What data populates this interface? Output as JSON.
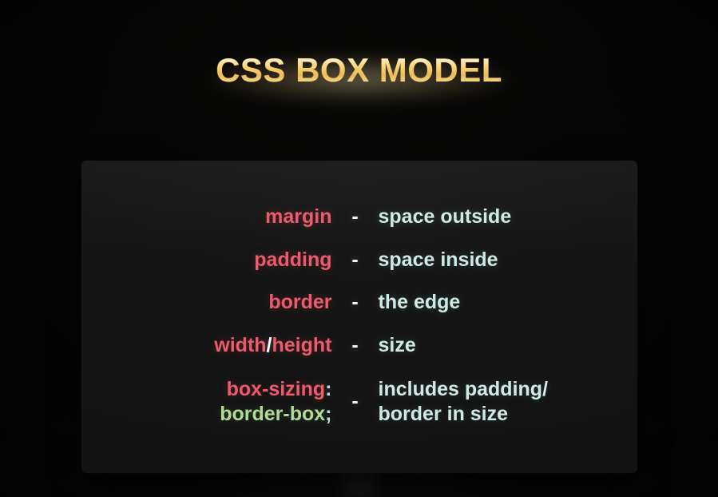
{
  "page": {
    "background_color": "#050505",
    "card_background_color": "#151515"
  },
  "title": {
    "text": "CSS BOX MODEL",
    "gradient_from": "#ffeec0",
    "gradient_to": "#e8a92f",
    "glow_color": "#ffecbe"
  },
  "colors": {
    "term": "#eb5b6b",
    "definition": "#cdeae4",
    "dash": "#f2f2f2",
    "slash": "#ffffff",
    "punctuation": "#b9dbe6",
    "value_green": "#b0da98"
  },
  "separator": "-",
  "rows": [
    {
      "term": "margin",
      "definition": "space outside"
    },
    {
      "term": "padding",
      "definition": "space inside"
    },
    {
      "term": "border",
      "definition": "the edge"
    },
    {
      "term_part_1": "width",
      "term_slash": "/",
      "term_part_2": "height",
      "definition": "size"
    },
    {
      "term_property": "box-sizing",
      "term_colon": ":",
      "term_value": "border-box",
      "term_semicolon": ";",
      "definition_line_1": "includes padding/",
      "definition_line_2": "border in size"
    }
  ]
}
